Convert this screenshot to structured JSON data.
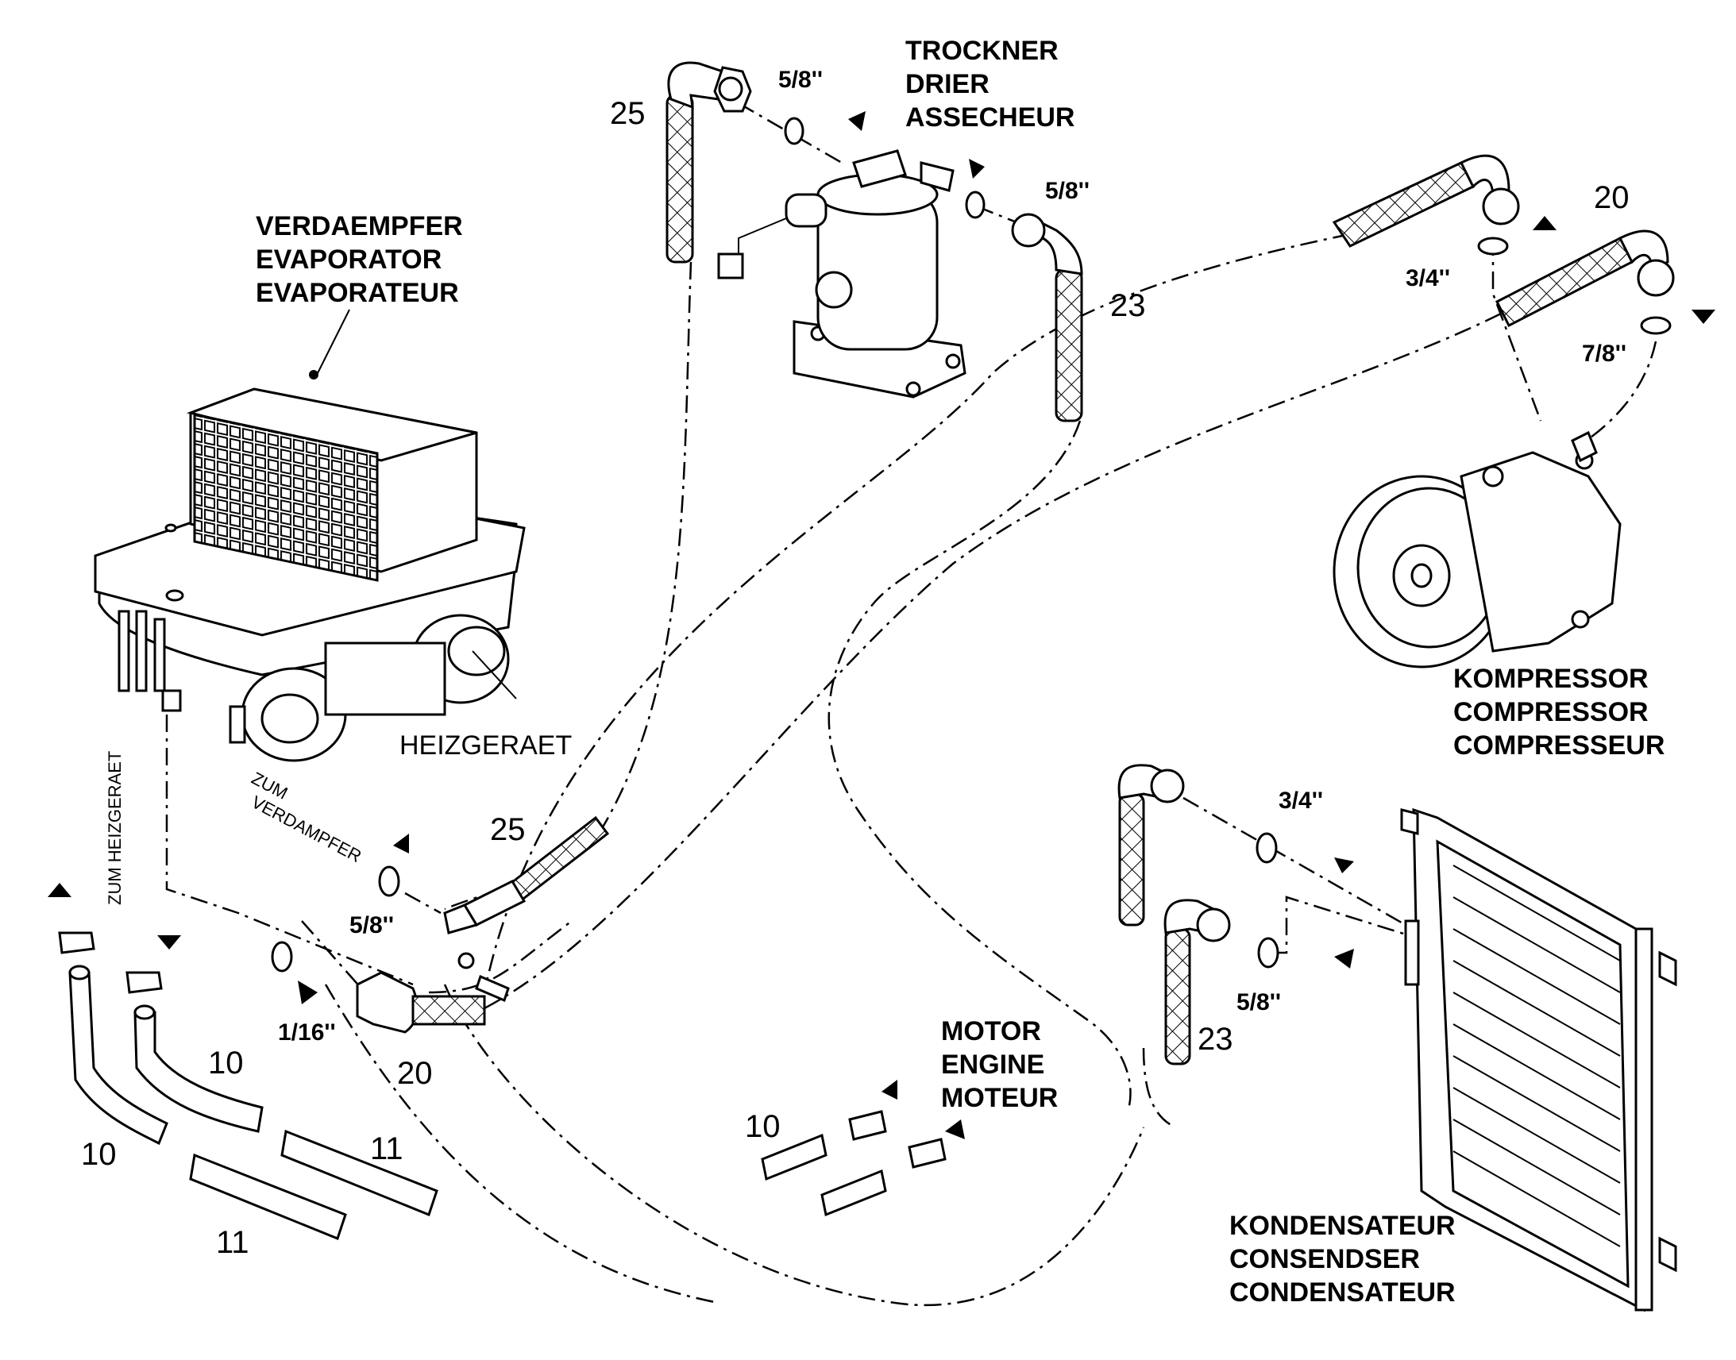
{
  "components": {
    "drier": [
      "TROCKNER",
      "DRIER",
      "ASSECHEUR"
    ],
    "evaporator": [
      "VERDAEMPFER",
      "EVAPORATOR",
      "EVAPORATEUR"
    ],
    "heater": "HEIZGERAET",
    "compressor": [
      "KOMPRESSOR",
      "COMPRESSOR",
      "COMPRESSEUR"
    ],
    "engine": [
      "MOTOR",
      "ENGINE",
      "MOTEUR"
    ],
    "condenser": [
      "KONDENSATEUR",
      "CONSENDSER",
      "CONDENSATEUR"
    ]
  },
  "routing_labels": {
    "to_heater": "ZUM HEIZGERAET",
    "to_evaporator_1": "ZUM",
    "to_evaporator_2": "VERDAMPFER"
  },
  "fitting_sizes": {
    "drier_in": "5/8''",
    "drier_out": "5/8''",
    "compressor_suction": "3/4''",
    "compressor_discharge": "7/8''",
    "evaporator_inlet": "5/8''",
    "evaporator_outlet": "1/16''",
    "condenser_in": "3/4''",
    "condenser_out": "5/8''"
  },
  "part_numbers": {
    "hose_drier_left": "25",
    "hose_drier_right": "23",
    "hose_compressor": "20",
    "hose_evap_inlet": "25",
    "hose_evap_outlet": "20",
    "hose_condenser": "23",
    "heater_hose_a": "10",
    "heater_hose_b": "10",
    "heater_hose_c": "10",
    "sleeve_a": "11",
    "sleeve_b": "11"
  }
}
